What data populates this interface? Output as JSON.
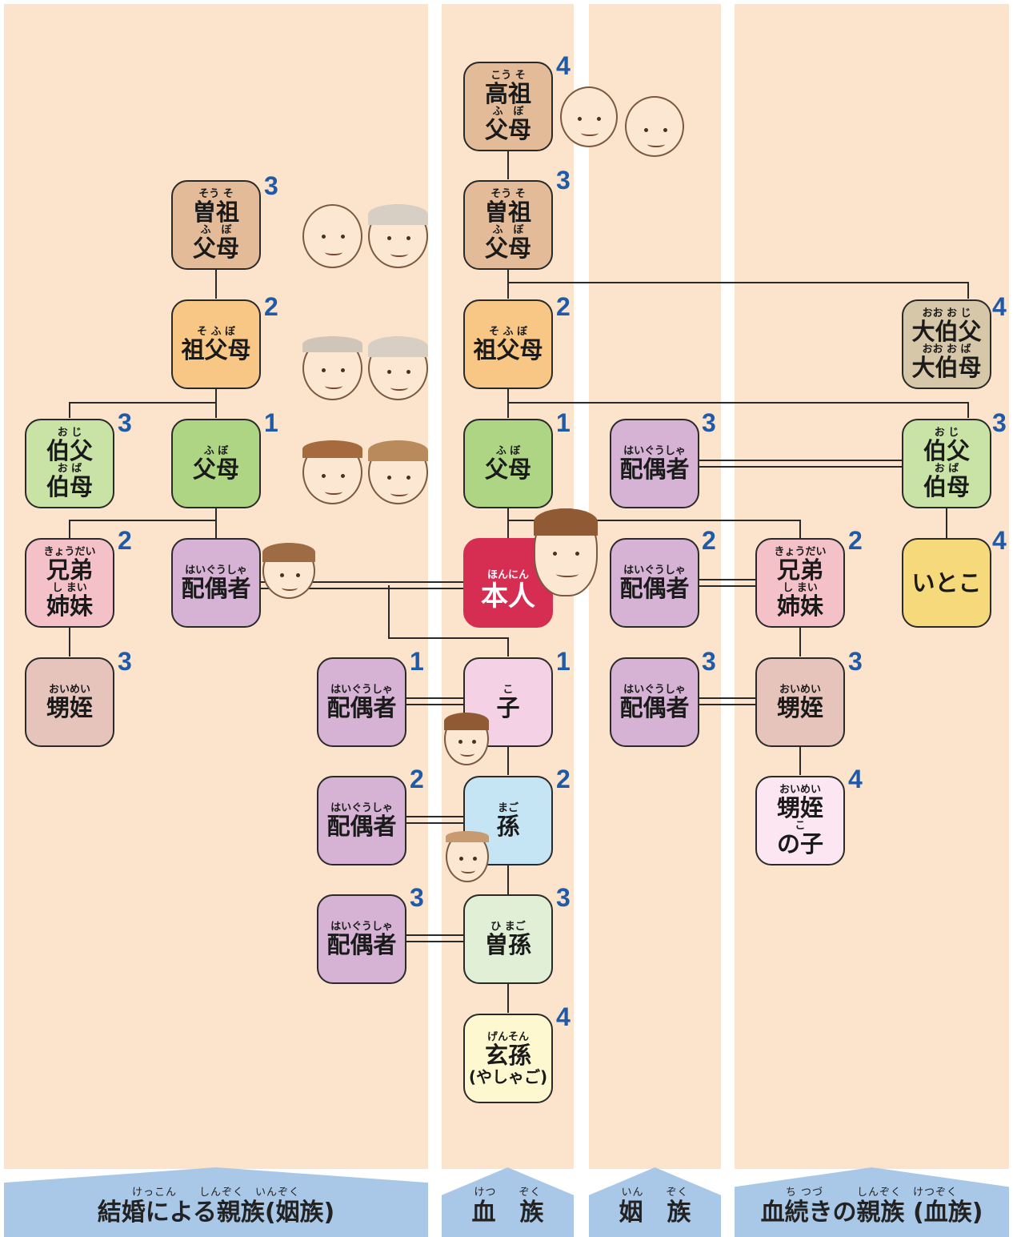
{
  "colors": {
    "background": "#fce3cb",
    "tab": "#a9c7e6",
    "degree": "#1e5aa8",
    "elder": "#e3bb98",
    "grand": "#f8c785",
    "parent": "#aed584",
    "uncle": "#c9e2a5",
    "spouse": "#d6b3d5",
    "sibling": "#f4c1c9",
    "nephew": "#e6c4bc",
    "self": "#d62d52",
    "child": "#f4d1e4",
    "grandchild": "#c5e4f4",
    "greatgrandchild": "#e1efd6",
    "gengrandchild": "#fdf8d0",
    "granduncle": "#d6c7a9",
    "cousin": "#f5d97a",
    "nephewchild": "#fbe6f2"
  },
  "tabs": [
    {
      "ruby": "けっこん　　しんぞく　いんぞく",
      "label": "結婚による親族(姻族)"
    },
    {
      "ruby": "けつ　　ぞく",
      "label": "血　族"
    },
    {
      "ruby": "いん　　ぞく",
      "label": "姻　族"
    },
    {
      "ruby": "ち つづ　　　しんぞく　けつぞく",
      "label": "血続きの親族 (血族)"
    }
  ],
  "nodes": {
    "left_great_grandparents": {
      "ruby1": "そう そ",
      "main1": "曽祖",
      "ruby2": "ふ　ぼ",
      "main2": "父母",
      "degree": "3"
    },
    "left_grandparents": {
      "ruby1": "そ ふ ぼ",
      "main1": "祖父母",
      "degree": "2"
    },
    "left_uncle_aunt": {
      "ruby1": "お じ",
      "main1": "伯父",
      "ruby2": "お ば",
      "main2": "伯母",
      "degree": "3"
    },
    "left_parents": {
      "ruby1": "ふ ぼ",
      "main1": "父母",
      "degree": "1"
    },
    "left_siblings": {
      "ruby1": "きょうだい",
      "main1": "兄弟",
      "ruby2": "し まい",
      "main2": "姉妹",
      "degree": "2"
    },
    "spouse": {
      "ruby1": "はいぐうしゃ",
      "main1": "配偶者"
    },
    "left_nephew_niece": {
      "ruby1": "おいめい",
      "main1": "甥姪",
      "degree": "3"
    },
    "great_great_grandparents": {
      "ruby1": "こう そ",
      "main1": "高祖",
      "ruby2": "ふ　ぼ",
      "main2": "父母",
      "degree": "4"
    },
    "great_grandparents": {
      "ruby1": "そう そ",
      "main1": "曽祖",
      "ruby2": "ふ　ぼ",
      "main2": "父母",
      "degree": "3"
    },
    "grandparents": {
      "ruby1": "そ ふ ぼ",
      "main1": "祖父母",
      "degree": "2"
    },
    "parents": {
      "ruby1": "ふ ぼ",
      "main1": "父母",
      "degree": "1"
    },
    "self": {
      "ruby1": "ほんにん",
      "main1": "本人"
    },
    "child": {
      "ruby1": "こ",
      "main1": "子",
      "degree": "1"
    },
    "child_spouse": {
      "ruby1": "はいぐうしゃ",
      "main1": "配偶者",
      "degree": "1"
    },
    "grandchild": {
      "ruby1": "まご",
      "main1": "孫",
      "degree": "2"
    },
    "grandchild_spouse": {
      "ruby1": "はいぐうしゃ",
      "main1": "配偶者",
      "degree": "2"
    },
    "great_grandchild": {
      "ruby1": "ひ まご",
      "main1": "曽孫",
      "degree": "3"
    },
    "great_grandchild_spouse": {
      "ruby1": "はいぐうしゃ",
      "main1": "配偶者",
      "degree": "3"
    },
    "great_great_grandchild": {
      "ruby1": "げんそん",
      "main1": "玄孫",
      "main2": "(やしゃご)",
      "degree": "4"
    },
    "uncle_spouse": {
      "ruby1": "はいぐうしゃ",
      "main1": "配偶者",
      "degree": "3"
    },
    "sibling_spouse": {
      "ruby1": "はいぐうしゃ",
      "main1": "配偶者",
      "degree": "2"
    },
    "nephew_spouse": {
      "ruby1": "はいぐうしゃ",
      "main1": "配偶者",
      "degree": "3"
    },
    "siblings": {
      "ruby1": "きょうだい",
      "main1": "兄弟",
      "ruby2": "し まい",
      "main2": "姉妹",
      "degree": "2"
    },
    "nephew_niece": {
      "ruby1": "おいめい",
      "main1": "甥姪",
      "degree": "3"
    },
    "nephew_child": {
      "ruby1": "おいめい",
      "main1": "甥姪",
      "ruby2": "こ",
      "main2": "の子",
      "degree": "4"
    },
    "grand_uncle_aunt": {
      "ruby1": "おお お じ",
      "main1": "大伯父",
      "ruby2": "おお お ば",
      "main2": "大伯母",
      "degree": "4"
    },
    "uncle_aunt": {
      "ruby1": "お じ",
      "main1": "伯父",
      "ruby2": "お ば",
      "main2": "伯母",
      "degree": "3"
    },
    "cousin": {
      "main1": "いとこ",
      "degree": "4"
    }
  }
}
